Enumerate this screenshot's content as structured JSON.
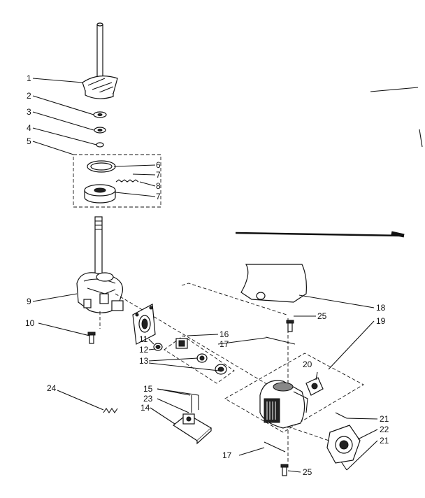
{
  "diagram": {
    "callouts": [
      {
        "id": "c1",
        "text": "1"
      },
      {
        "id": "c2",
        "text": "2"
      },
      {
        "id": "c3",
        "text": "3"
      },
      {
        "id": "c4",
        "text": "4"
      },
      {
        "id": "c5",
        "text": "5"
      },
      {
        "id": "c6",
        "text": "6"
      },
      {
        "id": "c7a",
        "text": "7"
      },
      {
        "id": "c8",
        "text": "8"
      },
      {
        "id": "c7b",
        "text": "7"
      },
      {
        "id": "c9",
        "text": "9"
      },
      {
        "id": "c10",
        "text": "10"
      },
      {
        "id": "c11",
        "text": "11"
      },
      {
        "id": "c12",
        "text": "12"
      },
      {
        "id": "c13",
        "text": "13"
      },
      {
        "id": "c15",
        "text": "15"
      },
      {
        "id": "c23",
        "text": "23"
      },
      {
        "id": "c14",
        "text": "14"
      },
      {
        "id": "c24",
        "text": "24"
      },
      {
        "id": "c16",
        "text": "16"
      },
      {
        "id": "c17a",
        "text": "17"
      },
      {
        "id": "c25a",
        "text": "25"
      },
      {
        "id": "c18",
        "text": "18"
      },
      {
        "id": "c19",
        "text": "19"
      },
      {
        "id": "c20",
        "text": "20"
      },
      {
        "id": "c21a",
        "text": "21"
      },
      {
        "id": "c22",
        "text": "22"
      },
      {
        "id": "c21b",
        "text": "21"
      },
      {
        "id": "c17b",
        "text": "17"
      },
      {
        "id": "c25b",
        "text": "25"
      }
    ]
  }
}
